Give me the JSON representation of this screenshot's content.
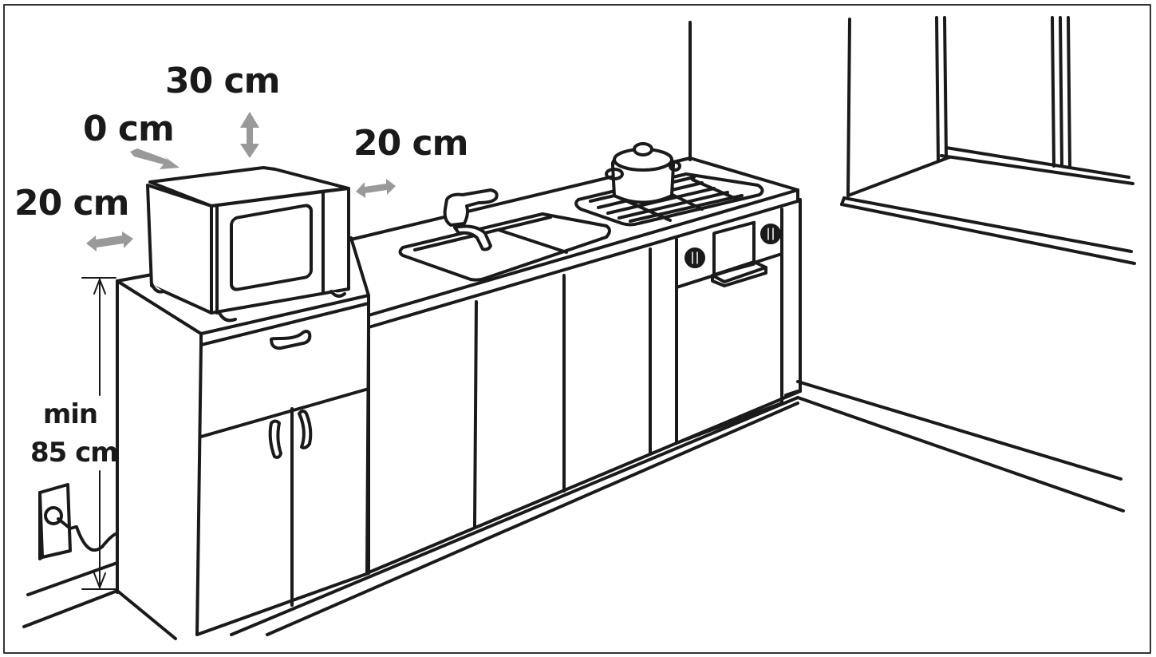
{
  "diagram": {
    "subject": "Microwave installation clearances in a kitchen",
    "colors": {
      "line": "#1a1a1a",
      "arrow": "#999999",
      "background": "#ffffff",
      "border": "#333333"
    }
  },
  "clearances": {
    "top": {
      "value": "30 cm",
      "direction": "above"
    },
    "rear": {
      "value": "0 cm",
      "direction": "back"
    },
    "right": {
      "value": "20 cm",
      "direction": "right side"
    },
    "left": {
      "value": "20 cm",
      "direction": "left side"
    }
  },
  "height": {
    "line1": "min",
    "line2": "85 cm",
    "meaning": "minimum mounting height from floor"
  },
  "objects": [
    "microwave-oven",
    "base-cabinet-with-drawer",
    "kitchen-counter",
    "sink-with-faucet",
    "gas-hob-with-pot",
    "built-in-oven-controls",
    "wall-socket-with-plug",
    "window-frame"
  ]
}
